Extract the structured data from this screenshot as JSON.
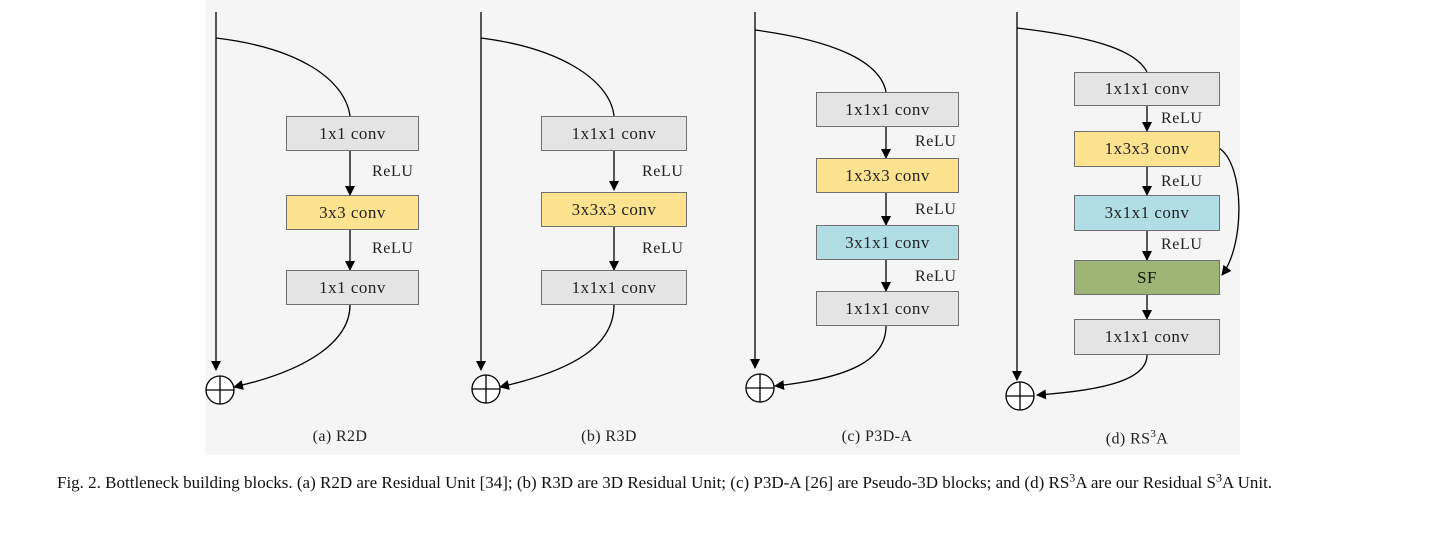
{
  "diagrams": {
    "a": {
      "subcaption": "(a) R2D",
      "blocks": [
        {
          "label": "1x1 conv",
          "color": "gray"
        },
        {
          "label": "3x3 conv",
          "color": "yellow"
        },
        {
          "label": "1x1 conv",
          "color": "gray"
        }
      ],
      "activations": [
        "ReLU",
        "ReLU"
      ]
    },
    "b": {
      "subcaption": "(b) R3D",
      "blocks": [
        {
          "label": "1x1x1 conv",
          "color": "gray"
        },
        {
          "label": "3x3x3 conv",
          "color": "yellow"
        },
        {
          "label": "1x1x1 conv",
          "color": "gray"
        }
      ],
      "activations": [
        "ReLU",
        "ReLU"
      ]
    },
    "c": {
      "subcaption": "(c) P3D-A",
      "blocks": [
        {
          "label": "1x1x1 conv",
          "color": "gray"
        },
        {
          "label": "1x3x3 conv",
          "color": "yellow"
        },
        {
          "label": "3x1x1 conv",
          "color": "cyan"
        },
        {
          "label": "1x1x1 conv",
          "color": "gray"
        }
      ],
      "activations": [
        "ReLU",
        "ReLU",
        "ReLU"
      ]
    },
    "d": {
      "subcaption_prefix": "(d) RS",
      "subcaption_sup": "3",
      "subcaption_suffix": "A",
      "blocks": [
        {
          "label": "1x1x1 conv",
          "color": "gray"
        },
        {
          "label": "1x3x3 conv",
          "color": "yellow"
        },
        {
          "label": "3x1x1 conv",
          "color": "cyan"
        },
        {
          "label": "SF",
          "color": "green"
        },
        {
          "label": "1x1x1 conv",
          "color": "gray"
        }
      ],
      "activations": [
        "ReLU",
        "ReLU",
        "ReLU"
      ]
    }
  },
  "caption": {
    "part1": "Fig. 2.  Bottleneck building blocks. (a) R2D are Residual Unit [34]; (b) R3D are 3D Residual Unit; (c) P3D-A [26] are Pseudo-3D blocks; and (d) RS",
    "sup1": "3",
    "part2": "A are our Residual S",
    "sup2": "3",
    "part3": "A Unit."
  },
  "colors": {
    "gray_block": "#e4e4e4",
    "yellow_block": "#fde38f",
    "cyan_block": "#b1dde5",
    "green_block": "#9fb576",
    "panel_background": "#f5f5f5"
  }
}
